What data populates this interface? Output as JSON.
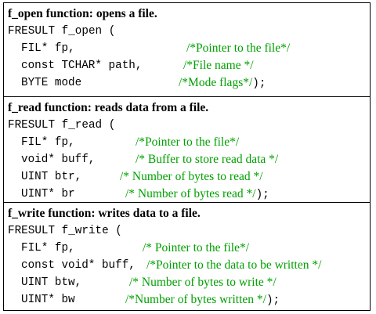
{
  "sections": [
    {
      "heading": "f_open function: opens a file.",
      "signature": "FRESULT f_open (",
      "params": [
        {
          "code": "FIL* fp,",
          "comment": "/*Pointer to the file*/",
          "tail": ""
        },
        {
          "code": "const TCHAR* path,",
          "comment": "/*File name */",
          "tail": ""
        },
        {
          "code": "BYTE mode",
          "comment": "/*Mode flags*/",
          "tail": ");"
        }
      ]
    },
    {
      "heading": "f_read function: reads data from a file.",
      "signature": "FRESULT f_read (",
      "params": [
        {
          "code": "FIL* fp,",
          "comment": "/*Pointer to the file*/",
          "tail": ""
        },
        {
          "code": "void* buff,",
          "comment": "/* Buffer to store read data */",
          "tail": ""
        },
        {
          "code": "UINT btr,",
          "comment": "/* Number of bytes to read */",
          "tail": ""
        },
        {
          "code": "UINT* br",
          "comment": "/* Number of bytes read */",
          "tail": ");"
        }
      ]
    },
    {
      "heading": "f_write function: writes data to a file.",
      "signature": "FRESULT f_write (",
      "params": [
        {
          "code": "FIL* fp,",
          "comment": "/* Pointer to the file*/",
          "tail": ""
        },
        {
          "code": "const void* buff,",
          "comment": "/*Pointer to the data to be written */",
          "tail": ""
        },
        {
          "code": "UINT btw,",
          "comment": "/* Number of bytes to write */",
          "tail": ""
        },
        {
          "code": "UINT* bw",
          "comment": "/*Number of bytes written */",
          "tail": ");"
        }
      ]
    }
  ]
}
